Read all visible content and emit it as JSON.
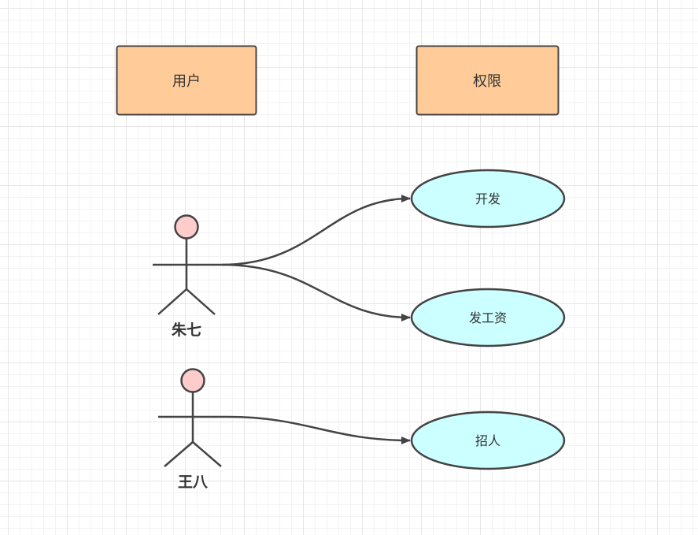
{
  "headers": {
    "users": "用户",
    "permissions": "权限"
  },
  "actors": {
    "zhu_qi": "朱七",
    "wang_ba": "王八"
  },
  "use_cases": {
    "develop": "开发",
    "pay_salary": "发工资",
    "recruit": "招人"
  },
  "colors": {
    "header_fill": "#FFCC99",
    "use_case_fill": "#CCFFFF",
    "actor_head_fill": "#FFCCCC",
    "stroke": "#444444"
  }
}
